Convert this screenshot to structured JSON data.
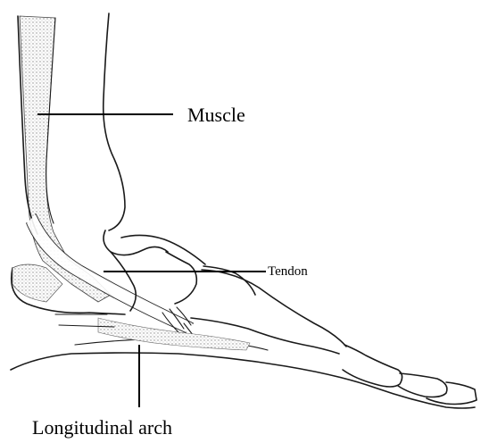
{
  "labels": {
    "muscle": "Muscle",
    "tendon": "Tendon",
    "longitudinal_arch": "Longitudinal arch"
  },
  "colors": {
    "ink": "#1a1a1a",
    "stipple": "#9a9a9a",
    "background": "#ffffff"
  }
}
